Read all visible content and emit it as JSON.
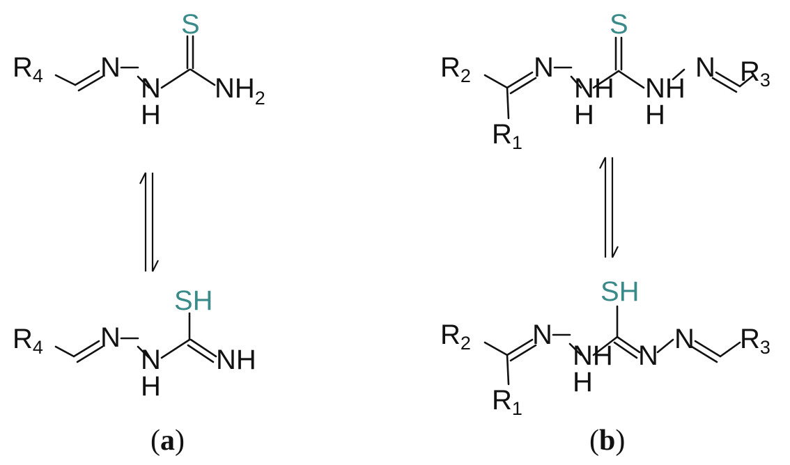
{
  "colors": {
    "sulfur": "#3a8a8a",
    "bond": "#111111",
    "background": "#ffffff"
  },
  "atoms": {
    "S": "S",
    "SH": "SH",
    "N": "N",
    "NH": "NH",
    "NH2_main": "NH",
    "NH2_sub": "2",
    "H": "H",
    "R": "R",
    "sub1": "1",
    "sub2": "2",
    "sub3": "3",
    "sub4": "4"
  },
  "captions": {
    "a": {
      "open": "(",
      "letter": "a",
      "close": ")"
    },
    "b": {
      "open": "(",
      "letter": "b",
      "close": ")"
    }
  }
}
